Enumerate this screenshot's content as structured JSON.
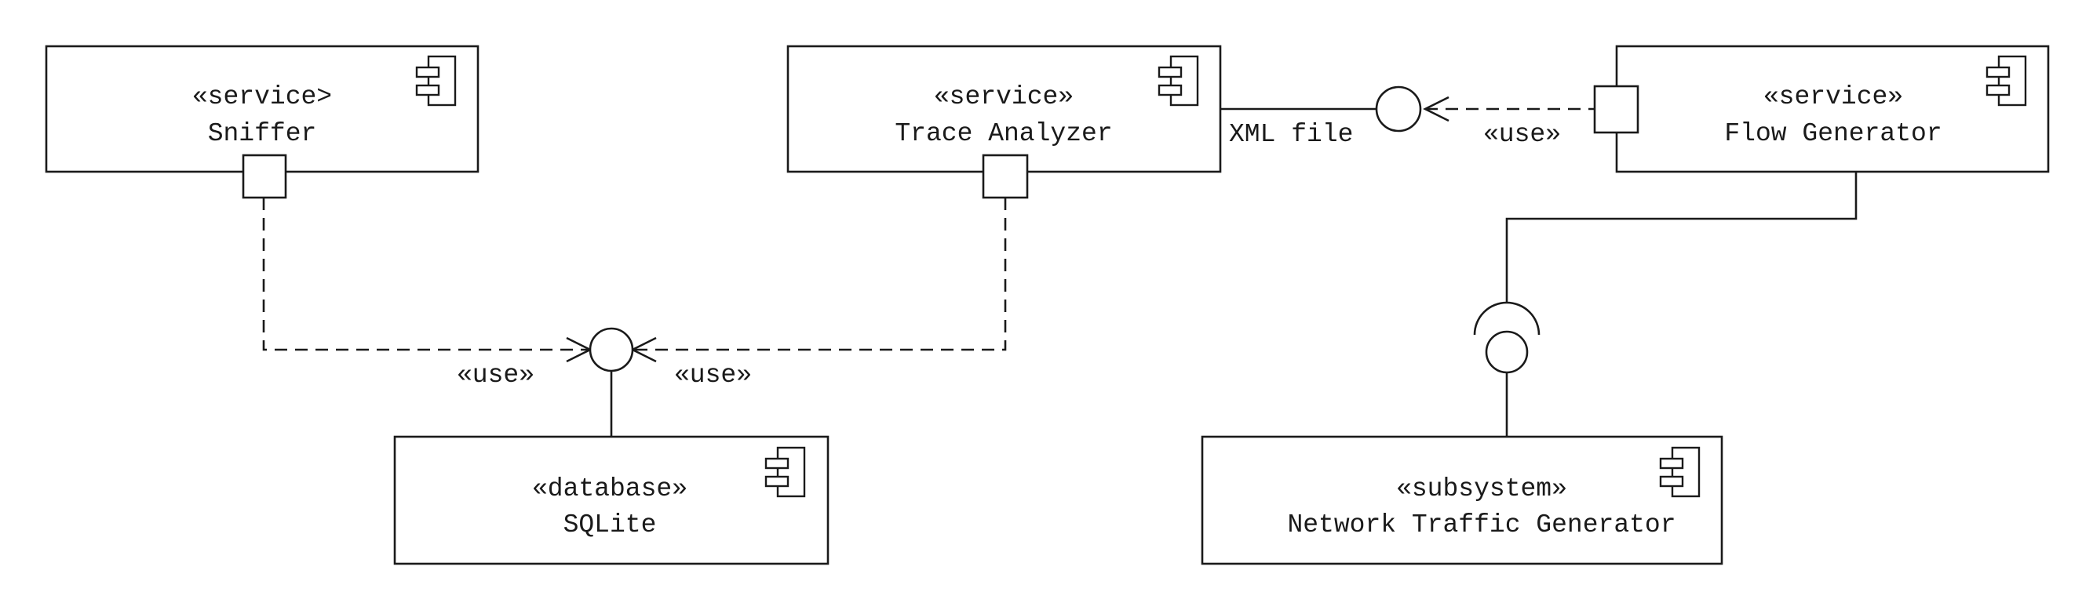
{
  "components": {
    "sniffer": {
      "stereotype": "«service>",
      "name": "Sniffer"
    },
    "trace_analyzer": {
      "stereotype": "«service»",
      "name": "Trace Analyzer"
    },
    "flow_generator": {
      "stereotype": "«service»",
      "name": "Flow Generator"
    },
    "sqlite": {
      "stereotype": "«database»",
      "name": "SQLite"
    },
    "network_traffic_generator": {
      "stereotype": "«subsystem»",
      "name": "Network Traffic Generator"
    }
  },
  "labels": {
    "xml_file": "XML file",
    "use_flow": "«use»",
    "use_sniffer": "«use»",
    "use_trace": "«use»"
  },
  "icons": {
    "component": "uml-component-icon"
  }
}
